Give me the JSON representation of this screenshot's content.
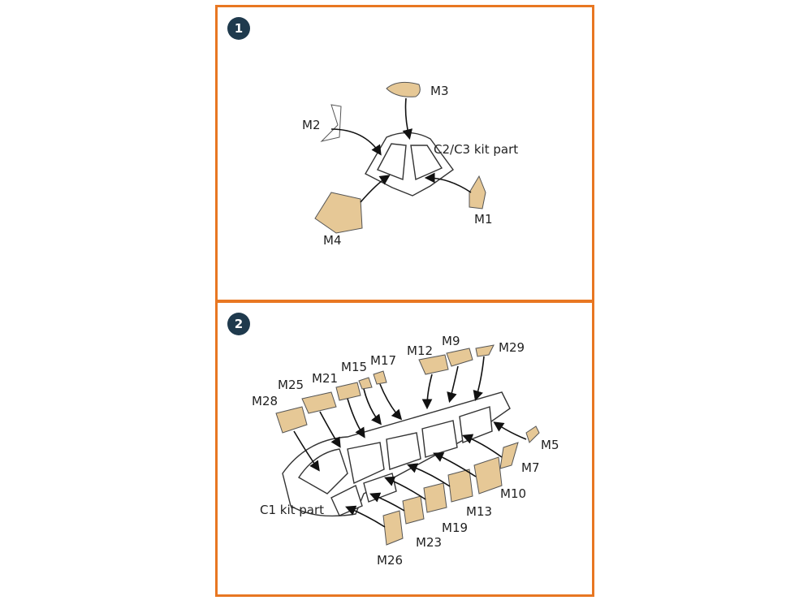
{
  "steps": [
    {
      "number": "1",
      "part_label": "C2/C3 kit part",
      "masks": [
        "M3",
        "M2",
        "M1",
        "M4"
      ]
    },
    {
      "number": "2",
      "part_label": "C1 kit part",
      "masks": [
        "M12",
        "M9",
        "M29",
        "M15",
        "M17",
        "M25",
        "M21",
        "M28",
        "M5",
        "M7",
        "M10",
        "M13",
        "M19",
        "M23",
        "M26"
      ]
    }
  ],
  "colors": {
    "frame": "#e87722",
    "badge": "#1f3a4d",
    "mask": "#e6c896"
  }
}
